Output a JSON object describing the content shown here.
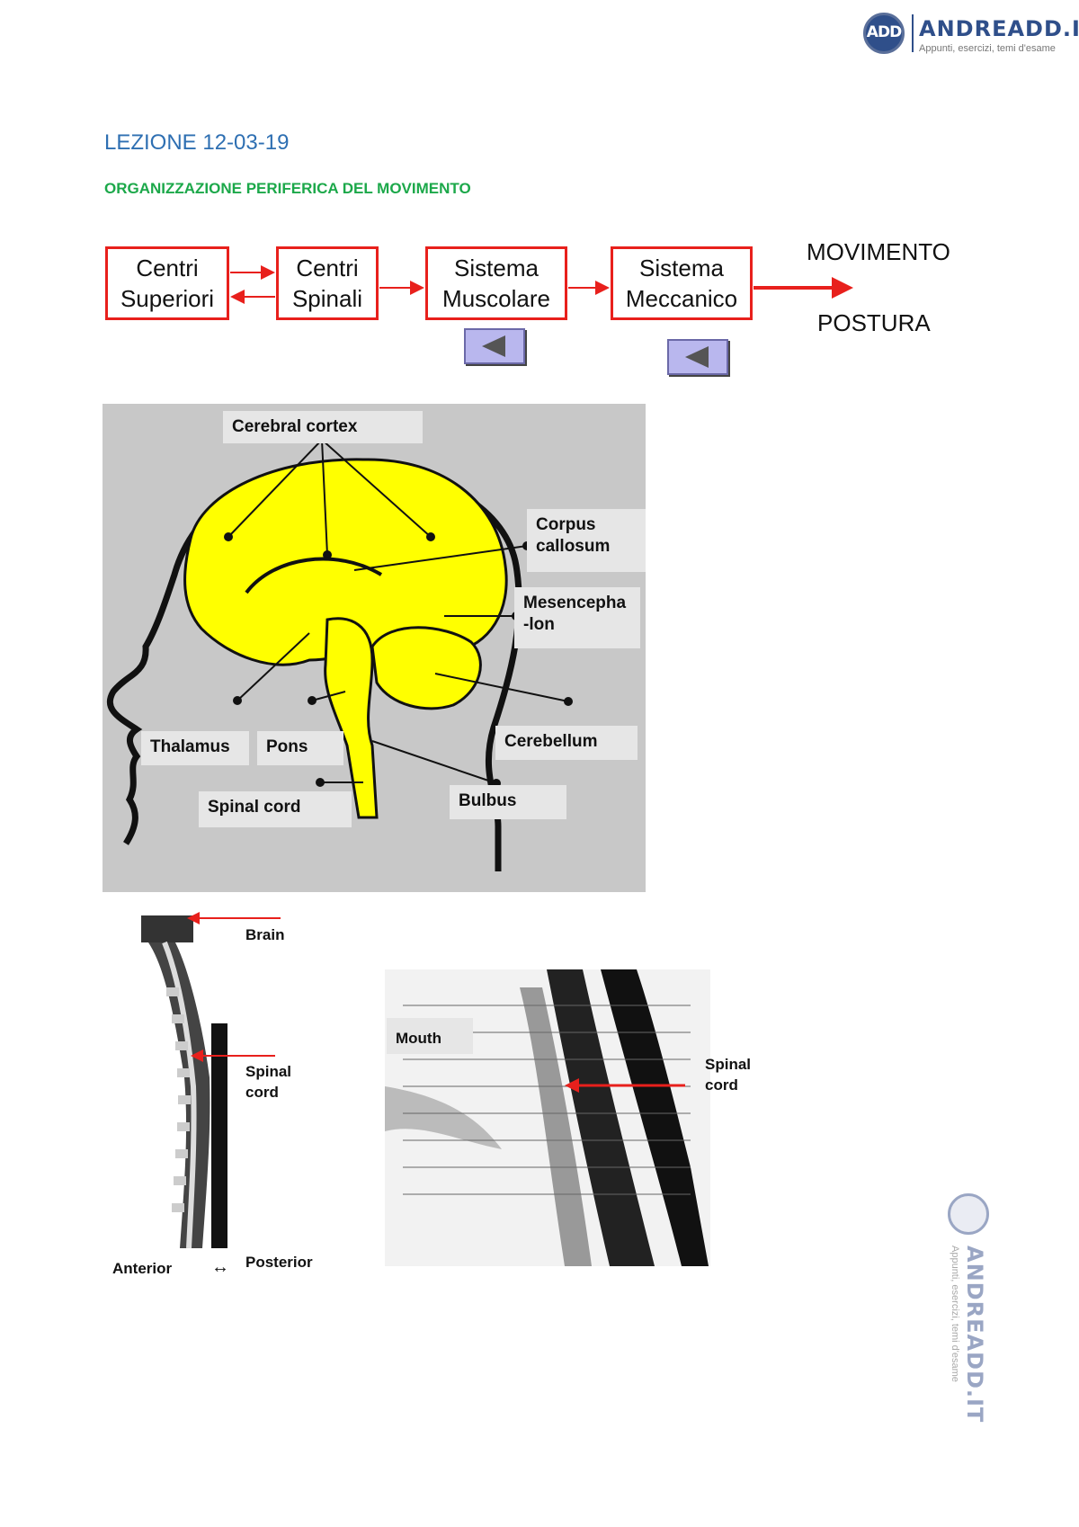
{
  "header": {
    "logo_monogram": "ADD",
    "logo_name": "ANDREADD.IT",
    "logo_tagline": "Appunti, esercizi, temi d'esame"
  },
  "side_logo": {
    "name": "ANDREADD.IT",
    "tagline": "Appunti, esercizi, temi d'esame"
  },
  "lesson_title": "LEZIONE 12-03-19",
  "section_title": "ORGANIZZAZIONE PERIFERICA DEL MOVIMENTO",
  "flow": {
    "boxes": [
      "Centri\nSuperiori",
      "Centri\nSpinali",
      "Sistema\nMuscolare",
      "Sistema\nMeccanico"
    ],
    "outputs": [
      "MOVIMENTO",
      "POSTURA"
    ]
  },
  "brain_labels": {
    "cerebral_cortex": "Cerebral cortex",
    "corpus_callosum": "Corpus\ncallosum",
    "mesencephalon": "Mesencepha\n-lon",
    "thalamus": "Thalamus",
    "pons": "Pons",
    "cerebellum": "Cerebellum",
    "spinal_cord": "Spinal cord",
    "bulbus": "Bulbus"
  },
  "spine_labels": {
    "brain": "Brain",
    "spinal_cord": "Spinal\ncord",
    "anterior": "Anterior",
    "posterior": "Posterior",
    "arrow": "↔"
  },
  "mri_labels": {
    "mouth": "Mouth",
    "spinal_cord": "Spinal\ncord"
  },
  "colors": {
    "flow_border": "#e8201c",
    "lesson_title": "#2e6fb2",
    "section_title": "#1ca84a",
    "brain_fill": "#ffff00",
    "nav_button": "#b9b7ee"
  }
}
